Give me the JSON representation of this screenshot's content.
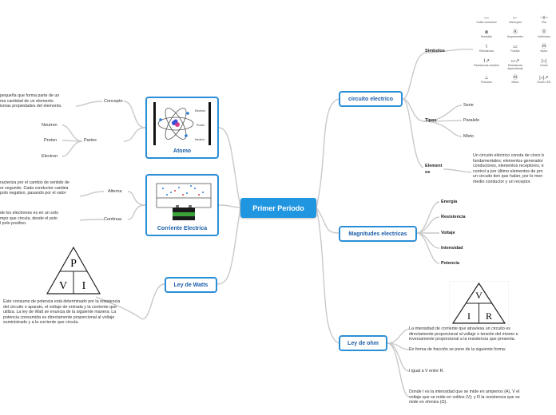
{
  "central": "Primer Periodo",
  "branches": {
    "circuito": {
      "label": "circuito electrico",
      "simbolos": "Simbolos",
      "tipos": {
        "label": "Tipos",
        "items": [
          "Serie",
          "Paralelo",
          "Mixto"
        ]
      },
      "elementos": {
        "label_line1": "Element",
        "label_line2": "os",
        "text_lines": [
          "Un circuito eléctrico consta de cinco b",
          "fundamentales: elementos generador",
          "conductores, elementos receptores, e",
          "control a por último elementos de pro",
          "un circuito tien que haber, por lo men",
          "medio conductor y un receptor."
        ]
      }
    },
    "magnitudes": {
      "label": "Magnitudes electricas",
      "items": [
        "Energia",
        "Resistencia",
        "Voltaje",
        "Intensidad",
        "Potencia"
      ]
    },
    "ohm": {
      "label": "Ley de ohm",
      "triangle": {
        "top": "V",
        "left": "I",
        "right": "R"
      },
      "p1": [
        "La intensidad de corriente que atraviesa un circuito es",
        "directamente proporcional al voltaje o tensión del mismo e",
        "inversamente proporcional a la resistencia que presenta."
      ],
      "p2": "En forma de fracción se pone de la siguiente forma:",
      "p3": "I igual a V entre R.",
      "p4": [
        "Donde I es la intensidad que se mide en amperios (A), V el",
        "voltaje que se mide en voltios (V); y R la resistencia que se",
        "mide en ohmios (Ω)."
      ]
    },
    "atomo": {
      "label": "Atomo",
      "concepto": "Concepto",
      "concepto_text": [
        "pequeña que forma parte de un",
        "ma cantidad de un elemento",
        "ismas propiedades del elemento."
      ],
      "partes": {
        "label": "Partes",
        "items": [
          "Neutron",
          "Proton",
          "Electron"
        ]
      },
      "diagram_labels": [
        "Electrón",
        "Protón",
        "Neutrón"
      ]
    },
    "corriente": {
      "label": "Corriente Electrica",
      "alterna": "Alterna",
      "alterna_text": [
        "racteriza por el cambio de sentido de",
        "or segundo. Cada conductor cambia",
        "polo negativo, pasando por el valor"
      ],
      "continua": "Continua",
      "continua_text": [
        "de los electrones es en un solo",
        "mpo que circula, desde el polo",
        "l polo positivo."
      ]
    },
    "watts": {
      "label": "Ley de Watts",
      "triangle": {
        "top": "P",
        "left": "V",
        "right": "I"
      },
      "text": [
        "Este consumo de potencia está determinado por la resistencia",
        "del circuito o aparato, el voltaje de entrada y la corriente que",
        "utiliza. La ley de Watt se enuncia de la siguiente manera: La",
        "potencia consumida es directamente proporcional al voltaje",
        "suministrado y a la corriente que circula."
      ]
    }
  },
  "symbols": [
    "Cable conductor",
    "Interruptor",
    "Pila",
    "Bombilla",
    "Amperímetro",
    "Voltímetro",
    "Resistencia",
    "Fusible",
    "Motor",
    "Resistencia variable",
    "Resistencia dependiente",
    "Diodo",
    "Pulsador",
    "Motor",
    "Diodo LED"
  ],
  "colors": {
    "central": "#2196e0",
    "border": "#2b8fd6",
    "line": "#c9c9c9"
  }
}
